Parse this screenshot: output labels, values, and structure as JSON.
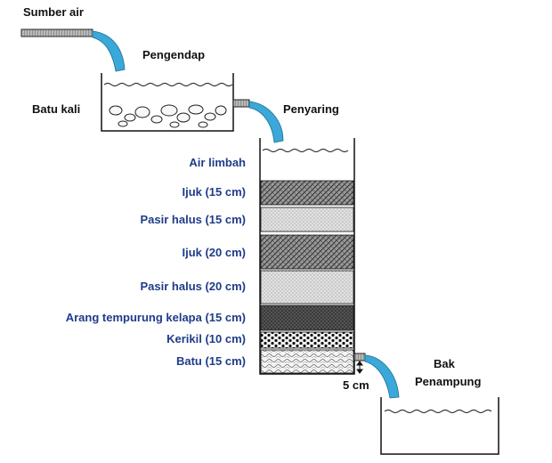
{
  "source_label": "Sumber air",
  "settling": {
    "title": "Pengendap",
    "content_label": "Batu kali"
  },
  "filter": {
    "title": "Penyaring",
    "layers": [
      {
        "label": "Air limbah"
      },
      {
        "label": "Ijuk (15 cm)"
      },
      {
        "label": "Pasir halus (15 cm)"
      },
      {
        "label": "Ijuk (20 cm)"
      },
      {
        "label": "Pasir halus (20 cm)"
      },
      {
        "label": "Arang tempurung kelapa (15 cm)"
      },
      {
        "label": "Kerikil (10 cm)"
      },
      {
        "label": "Batu (15 cm)"
      }
    ],
    "outlet_height": "5 cm"
  },
  "reservoir": {
    "title_line1": "Bak",
    "title_line2": "Penampung"
  },
  "colors": {
    "water": "#3aa8d8",
    "label_blue": "#1f3c8a",
    "outline": "#111111"
  }
}
